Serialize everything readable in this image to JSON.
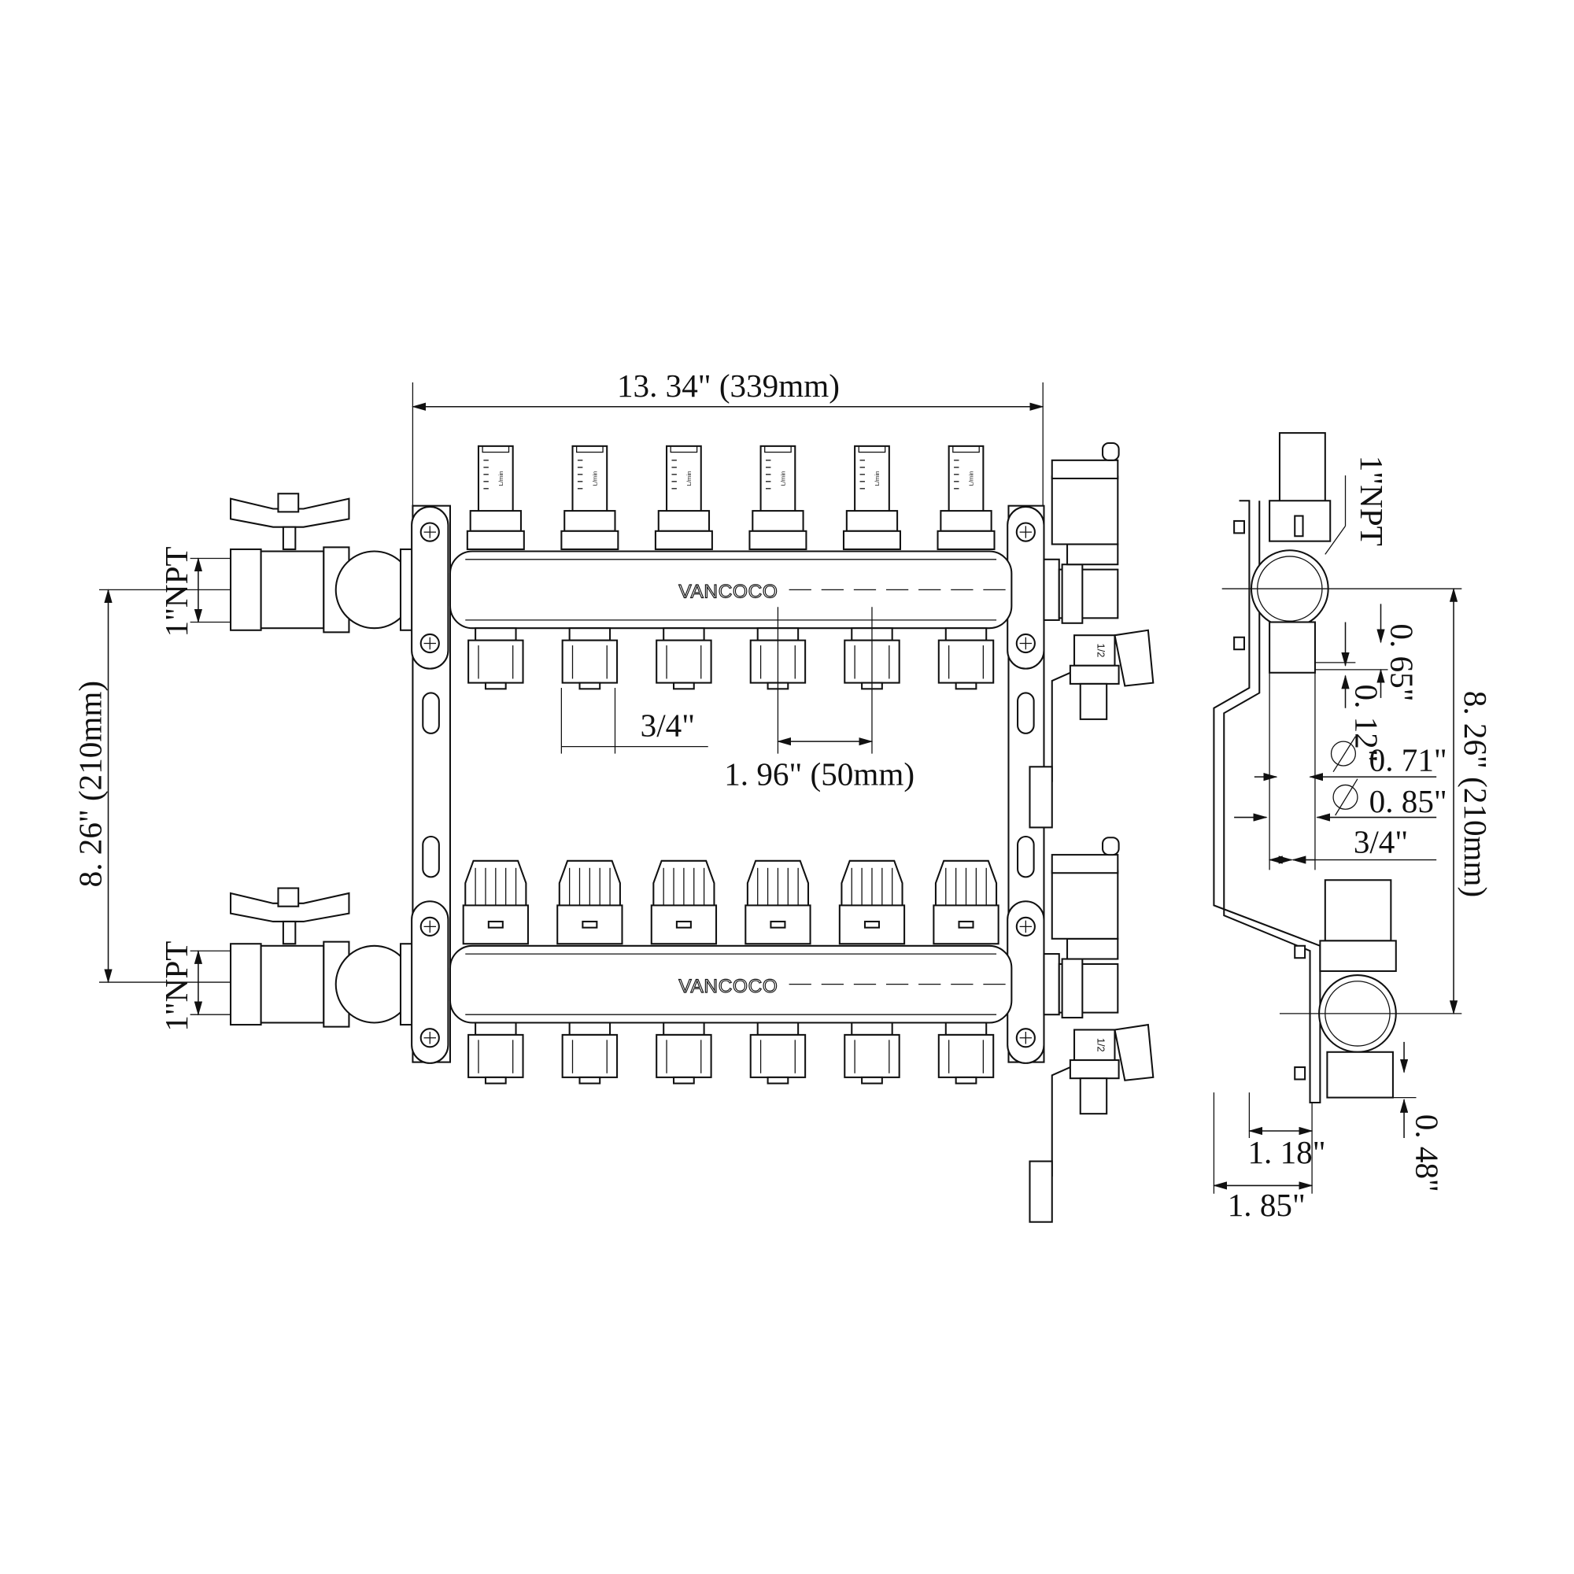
{
  "brand": "VANCOCO",
  "dimensions": {
    "overall_width": "13. 34\" (339mm)",
    "center_distance": "8. 26\" (210mm)",
    "inlet_top": "1\"NPT",
    "inlet_bottom": "1\"NPT",
    "outlet_thread": "3/4\"",
    "outlet_spacing": "1. 96\" (50mm)",
    "side_npt": "1\"NPT",
    "side_065": "0. 65\"",
    "side_012": "0. 12\"",
    "side_071": "0. 71\"",
    "side_085": "0. 85\"",
    "side_34": "3/4\"",
    "side_center": "8. 26\" (210mm)",
    "side_118": "1. 18\"",
    "side_185": "1. 85\"",
    "side_048": "0. 48\""
  },
  "flowmeter_unit": "L/min",
  "drain_label": "1/2",
  "circuits": 6
}
